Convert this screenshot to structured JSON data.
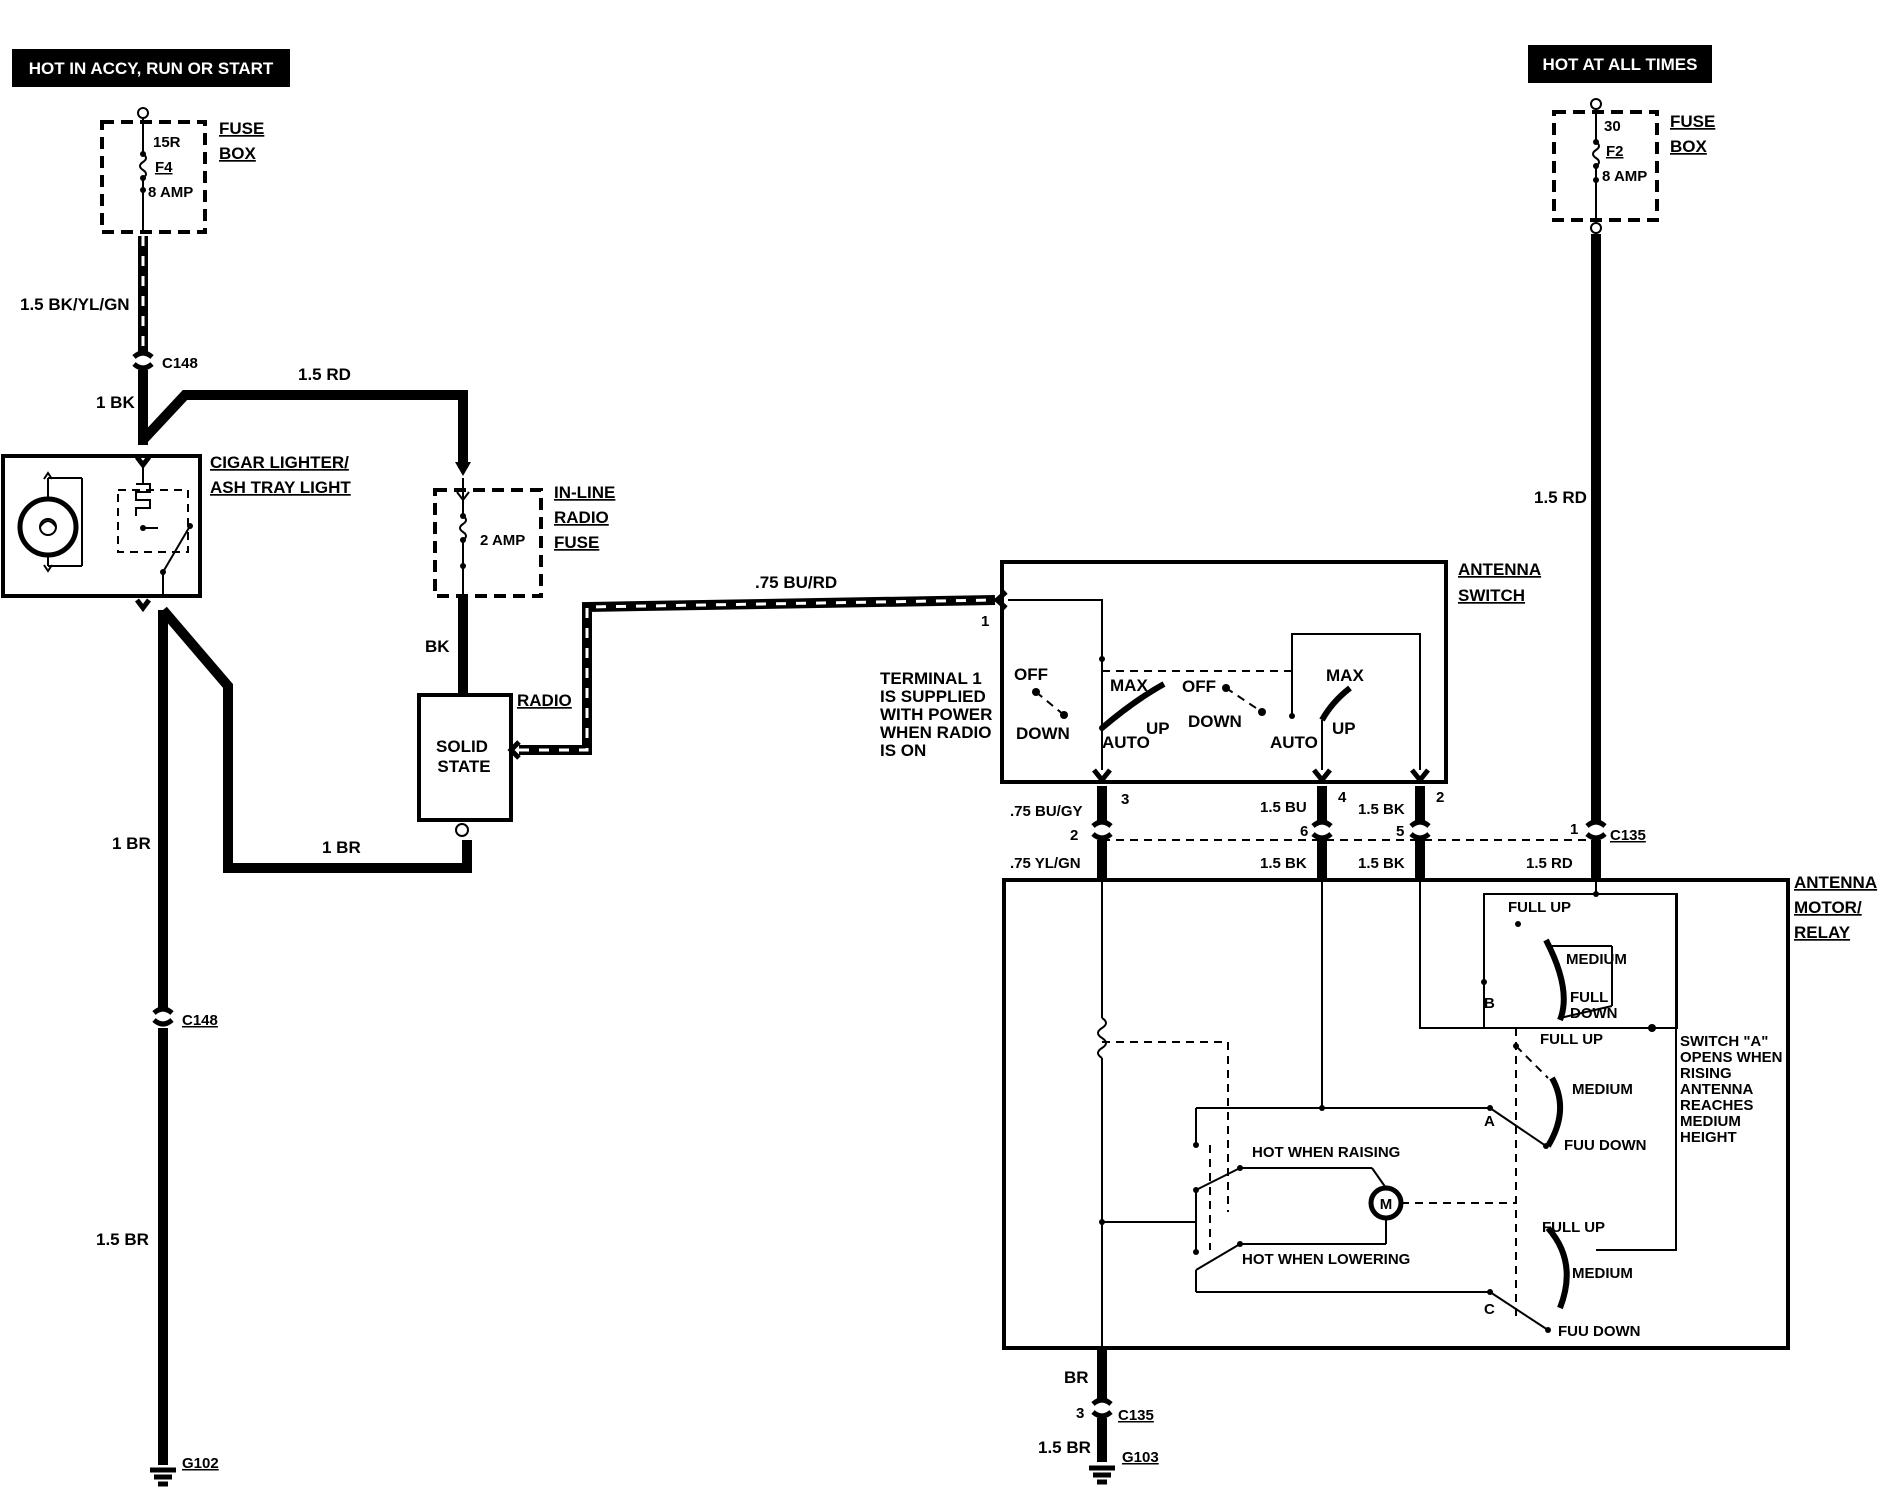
{
  "tags": {
    "left_power": "HOT IN ACCY, RUN OR START",
    "right_power": "HOT AT ALL TIMES"
  },
  "fuse_left": {
    "label_line1": "FUSE",
    "label_line2": "BOX",
    "terminal": "15R",
    "fuse_id": "F4",
    "rating": "8 AMP"
  },
  "fuse_right": {
    "label_line1": "FUSE",
    "label_line2": "BOX",
    "terminal": "30",
    "fuse_id": "F2",
    "rating": "8 AMP"
  },
  "wires": {
    "w_bk_yl_gn": "1.5 BK/YL/GN",
    "w_1bk": "1 BK",
    "w_15rd_top": "1.5 RD",
    "w_bk": "BK",
    "w_1br_bottom": "1 BR",
    "w_1br_left": "1 BR",
    "w_15br_left": "1.5 BR",
    "w_075burd": ".75 BU/RD",
    "w_15rd_right": "1.5 RD",
    "w_075bugy": ".75 BU/GY",
    "w_15bu": "1.5 BU",
    "w_15bk_a": "1.5 BK",
    "w_075ylgn": ".75 YL/GN",
    "w_15bk_b": "1.5 BK",
    "w_15bk_c": "1.5 BK",
    "w_15rd_c135": "1.5 RD",
    "w_br": "BR",
    "w_15br_bottom": "1.5 BR"
  },
  "connectors": {
    "c148_top": "C148",
    "c148_bottom": "C148",
    "c135_right": "C135",
    "c135_bottom": "C135",
    "g102": "G102",
    "g103": "G103"
  },
  "pins": {
    "p1_switch": "1",
    "p3": "3",
    "p4": "4",
    "p2_top": "2",
    "p2_bottom": "2",
    "p6": "6",
    "p5": "5",
    "p1_c135": "1",
    "p3_bottom": "3"
  },
  "components": {
    "cigar_line1": "CIGAR LIGHTER/",
    "cigar_line2": "ASH TRAY LIGHT",
    "radio_fuse_line1": "IN-LINE",
    "radio_fuse_line2": "RADIO",
    "radio_fuse_line3": "FUSE",
    "radio_fuse_rating": "2 AMP",
    "radio_label": "RADIO",
    "solid_state_line1": "SOLID",
    "solid_state_line2": "STATE",
    "antenna_switch_line1": "ANTENNA",
    "antenna_switch_line2": "SWITCH",
    "motor_relay_line1": "ANTENNA",
    "motor_relay_line2": "MOTOR/",
    "motor_relay_line3": "RELAY",
    "motor": "M"
  },
  "notes": {
    "terminal_note": [
      "TERMINAL  1",
      "IS SUPPLIED",
      "WITH POWER",
      "WHEN RADIO",
      "IS ON"
    ],
    "switch_a_note": [
      "SWITCH \"A\"",
      "OPENS WHEN",
      "RISING",
      "ANTENNA",
      "REACHES",
      "MEDIUM",
      "HEIGHT"
    ]
  },
  "switch_positions": {
    "off_1": "OFF",
    "down_1": "DOWN",
    "max_1": "MAX",
    "auto_1": "AUTO",
    "up_1": "UP",
    "off_2": "OFF",
    "down_2": "DOWN",
    "max_2": "MAX",
    "auto_2": "AUTO",
    "up_2": "UP"
  },
  "relay_switches": {
    "b_full_up": "FULL UP",
    "b_medium": "MEDIUM",
    "b_full_down_1": "FULL",
    "b_full_down_2": "DOWN",
    "b_letter": "B",
    "a_full_up": "FULL UP",
    "a_medium": "MEDIUM",
    "a_full_down": "FUU DOWN",
    "a_letter": "A",
    "c_full_up": "FULL UP",
    "c_medium": "MEDIUM",
    "c_full_down": "FUU DOWN",
    "c_letter": "C",
    "hot_raising": "HOT WHEN RAISING",
    "hot_lowering": "HOT WHEN LOWERING"
  }
}
